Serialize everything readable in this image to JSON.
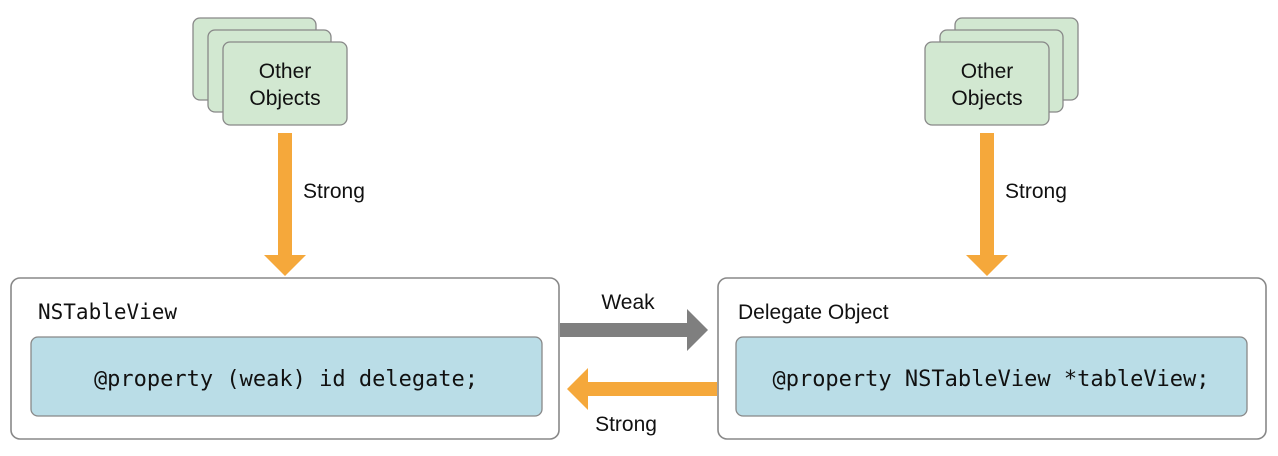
{
  "colors": {
    "strong_arrow": "#F5A83B",
    "weak_arrow": "#7F7F7F",
    "other_objects_fill": "#D2E8D1",
    "property_fill": "#BADDE7",
    "box_stroke": "#888888",
    "text": "#111111"
  },
  "left": {
    "other_objects": {
      "label_line1": "Other",
      "label_line2": "Objects"
    },
    "strong_label": "Strong",
    "box_title": "NSTableView",
    "property": "@property (weak) id delegate;"
  },
  "right": {
    "other_objects": {
      "label_line1": "Other",
      "label_line2": "Objects"
    },
    "strong_label": "Strong",
    "box_title": "Delegate Object",
    "property": "@property NSTableView *tableView;"
  },
  "middle": {
    "weak_label": "Weak",
    "strong_label": "Strong"
  }
}
